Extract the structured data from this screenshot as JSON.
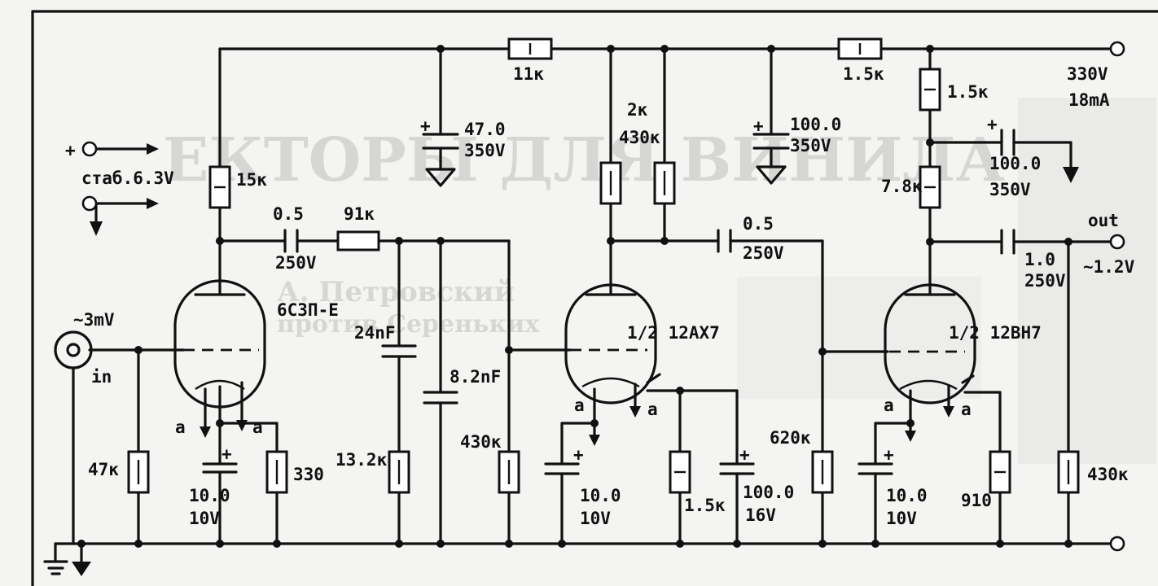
{
  "background_text": {
    "heading": "ЕКТОРЫ ДЛЯ ВИНИЛА",
    "author_line1": "А. Петровский",
    "author_line2": "против Сереньких"
  },
  "labels": {
    "r_11k": "11к",
    "r_1_5k_top": "1.5к",
    "supply_voltage": "330V",
    "supply_current": "18mA",
    "r_1_5k_right": "1.5к",
    "c_47_value": "47.0",
    "c_47_voltage": "350V",
    "plus_input": "+",
    "stab_label": "стаб.6.3V",
    "r_15k": "15к",
    "r_2k": "2к",
    "r_430k_mid": "430к",
    "c_100_mid_value": "100.0",
    "c_100_mid_voltage": "350V",
    "c_100_right_value": "100.0",
    "c_100_right_voltage": "350V",
    "r_7_8k": "7.8к",
    "c_0_5_left_value": "0.5",
    "c_0_5_left_voltage": "250V",
    "r_91k": "91к",
    "c_0_5_mid_value": "0.5",
    "c_0_5_mid_voltage": "250V",
    "out_label": "out",
    "c_1_0_value": "1.0",
    "c_1_0_voltage": "250V",
    "out_voltage": "~1.2V",
    "tube1": "6С3П-Е",
    "tube2": "1/2 12AX7",
    "tube3": "1/2 12BH7",
    "input_level": "~3mV",
    "input_label": "in",
    "c_24nf": "24nF",
    "c_8_2nf": "8.2nF",
    "heater_a1": "a",
    "heater_a2": "a",
    "heater_a3": "a",
    "heater_a4": "a",
    "heater_a5": "a",
    "heater_a6": "a",
    "r_47k": "47к",
    "c_10_1_value": "10.0",
    "c_10_1_voltage": "10V",
    "r_330": "330",
    "r_13_2k": "13.2к",
    "r_430k_left": "430к",
    "c_10_2_value": "10.0",
    "c_10_2_voltage": "10V",
    "r_1_5k_cathode": "1.5к",
    "c_100_cathode_value": "100.0",
    "c_100_cathode_voltage": "16V",
    "r_620k": "620к",
    "c_10_3_value": "10.0",
    "c_10_3_voltage": "10V",
    "r_910": "910",
    "r_430k_out": "430к"
  }
}
